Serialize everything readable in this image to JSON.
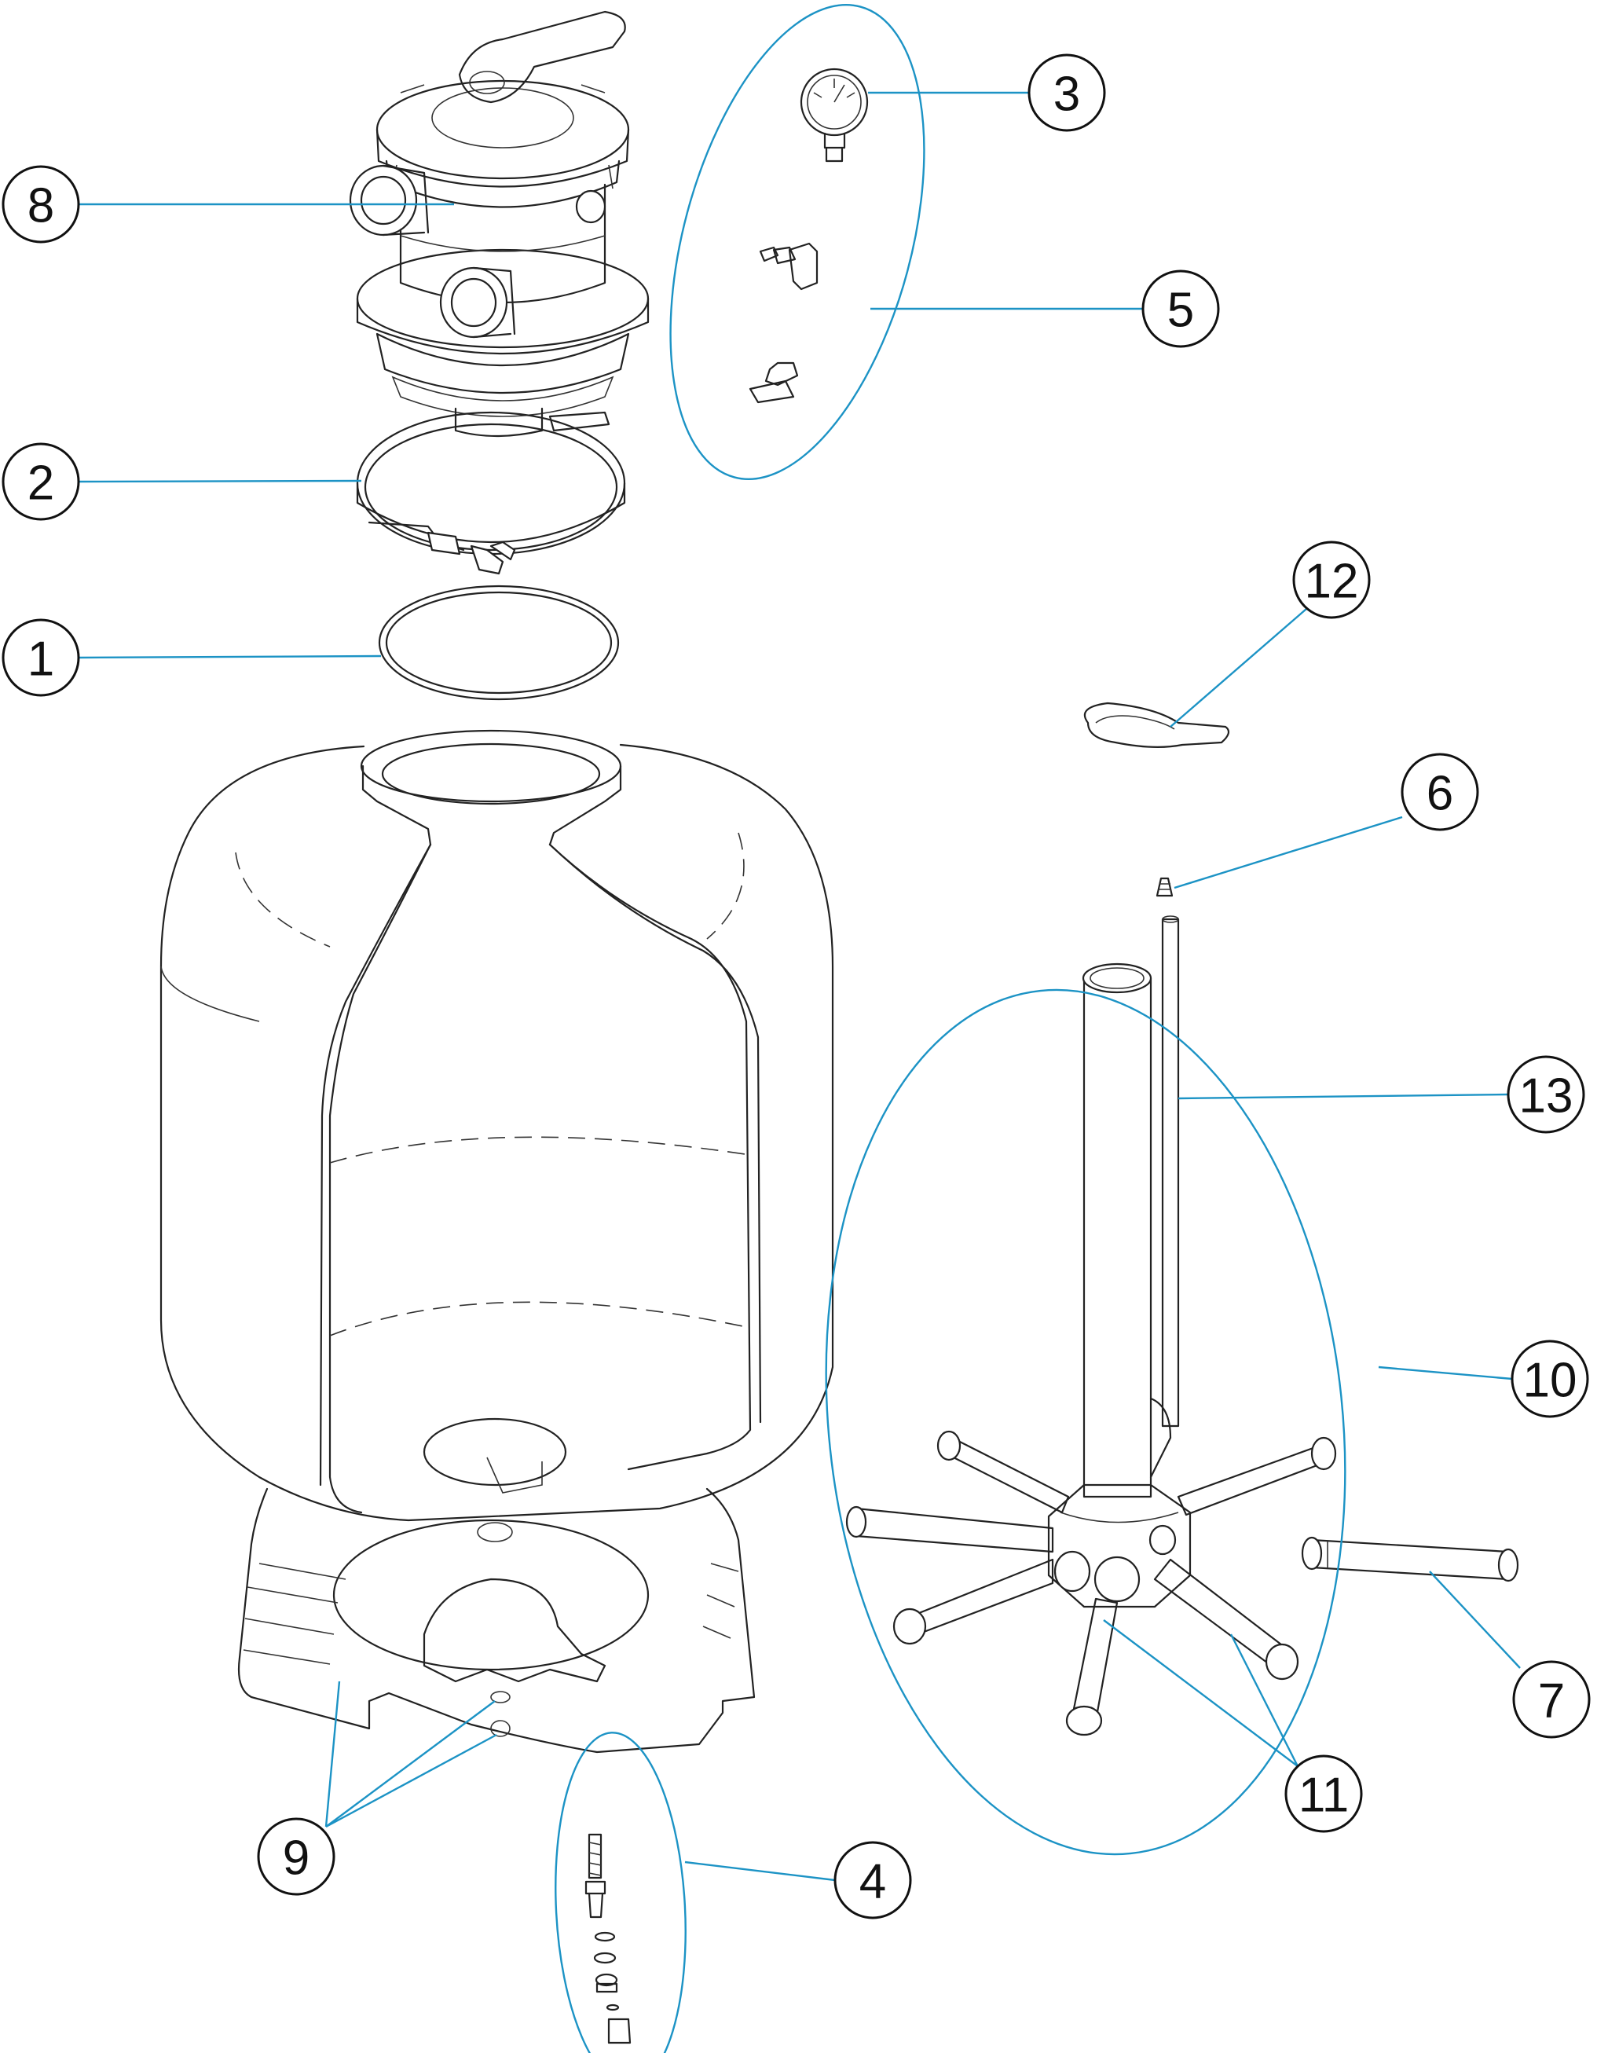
{
  "diagram": {
    "callouts": [
      {
        "id": "1",
        "label": "1"
      },
      {
        "id": "2",
        "label": "2"
      },
      {
        "id": "3",
        "label": "3"
      },
      {
        "id": "4",
        "label": "4"
      },
      {
        "id": "5",
        "label": "5"
      },
      {
        "id": "6",
        "label": "6"
      },
      {
        "id": "7",
        "label": "7"
      },
      {
        "id": "8",
        "label": "8"
      },
      {
        "id": "9",
        "label": "9"
      },
      {
        "id": "10",
        "label": "10"
      },
      {
        "id": "11",
        "label": "11"
      },
      {
        "id": "12",
        "label": "12"
      },
      {
        "id": "13",
        "label": "13"
      }
    ],
    "colors": {
      "line_art": "#222222",
      "leader_lines": "#1c93c5",
      "background": "#ffffff"
    }
  }
}
